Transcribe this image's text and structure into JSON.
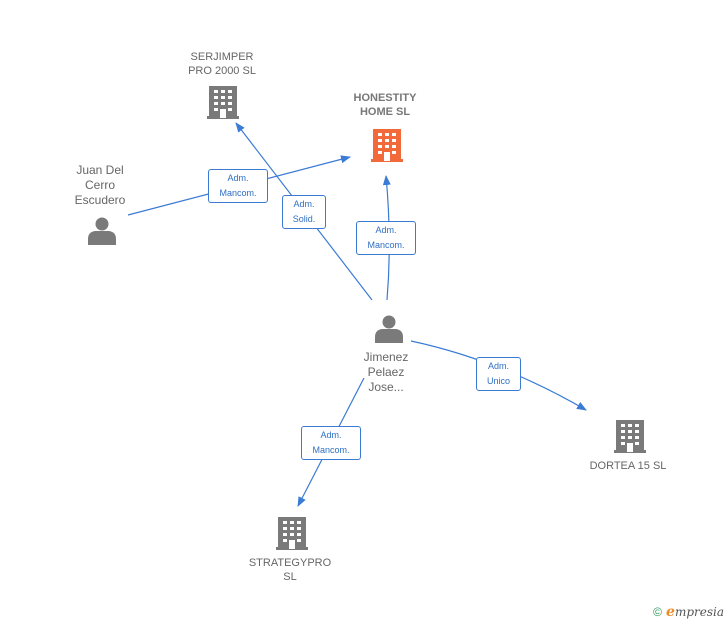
{
  "colors": {
    "edge": "#3a7bd5",
    "node": "#7a7a7a",
    "highlight": "#f26a3a"
  },
  "nodes": {
    "serjimper": {
      "label": "SERJIMPER\nPRO 2000  SL",
      "type": "company"
    },
    "honestity": {
      "label": "HONESTITY\nHOME  SL",
      "type": "company",
      "highlight": true
    },
    "juan": {
      "label": "Juan Del\nCerro\nEscudero",
      "type": "person"
    },
    "jimenez": {
      "label": "Jimenez\nPelaez\nJose...",
      "type": "person"
    },
    "dortea": {
      "label": "DORTEA 15  SL",
      "type": "company"
    },
    "strategypro": {
      "label": "STRATEGYPRO\nSL",
      "type": "company"
    }
  },
  "edges": {
    "juan_honestity": "Adm.\nMancom.",
    "jimenez_serjimper": "Adm.\nSolid.",
    "jimenez_honestity": "Adm.\nMancom.",
    "jimenez_dortea": "Adm.\nUnico",
    "jimenez_strategypro": "Adm.\nMancom."
  },
  "footer": {
    "copyright": "©",
    "brand_e": "e",
    "brand_rest": "mpresia"
  }
}
